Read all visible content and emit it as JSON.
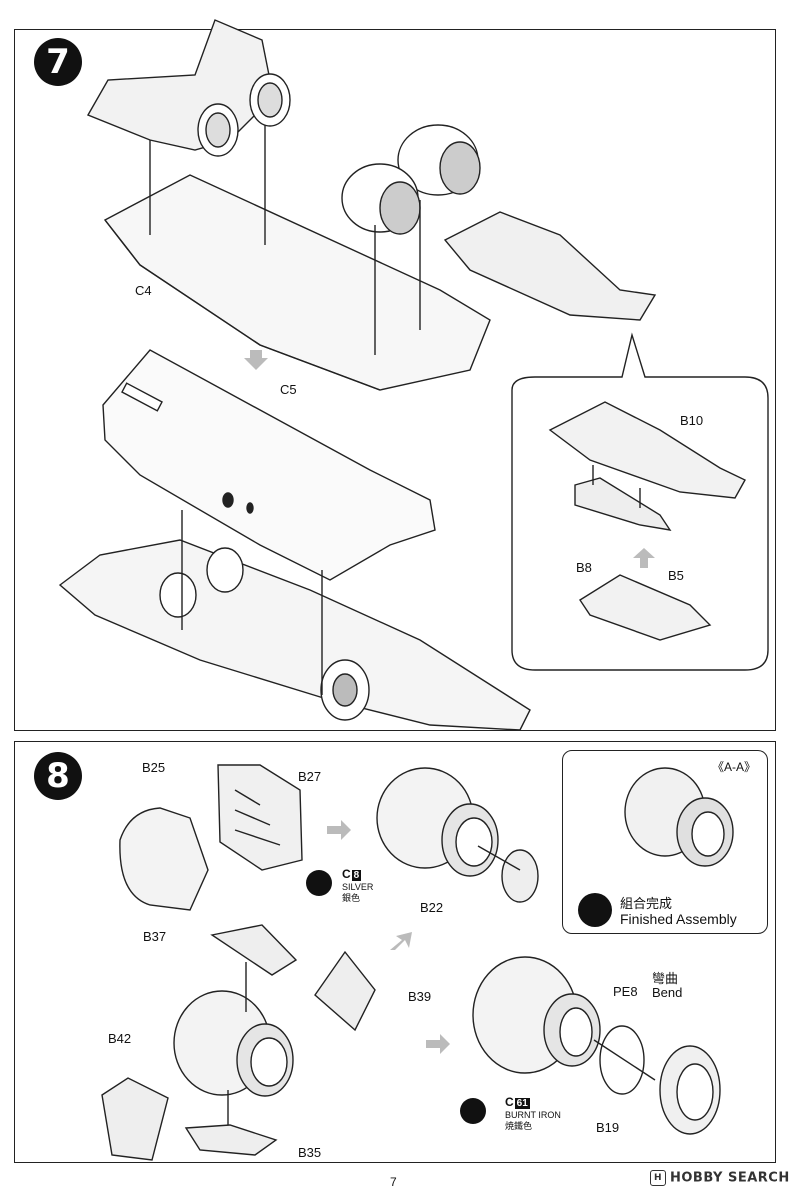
{
  "steps": [
    {
      "number": "7",
      "labels": {
        "c4": "C4",
        "c5": "C5",
        "b10": "B10",
        "b8": "B8",
        "b5": "B5"
      }
    },
    {
      "number": "8",
      "labels": {
        "b25": "B25",
        "b27": "B27",
        "b22": "B22",
        "b37": "B37",
        "b39": "B39",
        "b42": "B42",
        "b35": "B35",
        "pe8": "PE8",
        "b19": "B19"
      },
      "paints": [
        {
          "code_letter": "C",
          "code_number": "8",
          "name_en": "SILVER",
          "name_jp": "銀色"
        },
        {
          "code_letter": "C",
          "code_number": "61",
          "name_en": "BURNT IRON",
          "name_jp": "焼鐵色"
        }
      ],
      "bend": {
        "jp": "彎曲",
        "en": "Bend"
      },
      "section_view": {
        "label": "《A-A》",
        "finished_jp": "組合完成",
        "finished_en": "Finished Assembly"
      }
    }
  ],
  "footer": {
    "page_number": "7",
    "watermark": "HOBBY SEARCH"
  }
}
